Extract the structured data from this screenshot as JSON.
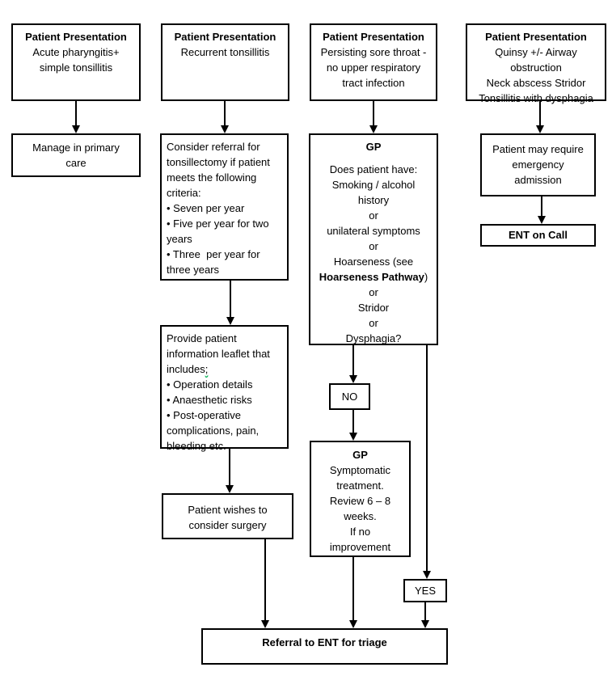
{
  "boxes": {
    "presentation1": {
      "title": "Patient Presentation",
      "lines": [
        "Acute pharyngitis+",
        "simple tonsillitis"
      ]
    },
    "presentation2": {
      "title": "Patient Presentation",
      "lines": [
        "Recurrent tonsillitis"
      ]
    },
    "presentation3": {
      "title": "Patient Presentation",
      "lines": [
        "Persisting sore throat -",
        "no upper respiratory",
        "tract infection"
      ]
    },
    "presentation4": {
      "title": "Patient Presentation",
      "lines": [
        "Quinsy +/- Airway",
        "obstruction",
        "Neck abscess Stridor",
        "Tonsillitis with dysphagia"
      ]
    },
    "manage_primary": {
      "lines": [
        "Manage in primary",
        "care"
      ]
    },
    "consider_referral": {
      "lines": [
        "Consider referral for",
        "tonsillectomy if patient",
        "meets the following",
        "criteria:",
        "• Seven per year",
        "• Five per year for two",
        "years",
        "• Three  per year for",
        "three years"
      ]
    },
    "provide_leaflet": {
      "lines_top": [
        "Provide patient",
        "information leaflet that"
      ],
      "includes_word": "includes",
      "includes_semicolon": ";",
      "lines_bottom": [
        "• Operation details",
        "• Anaesthetic risks",
        "• Post-operative",
        "complications, pain,",
        "bleeding etc."
      ]
    },
    "patient_wishes": {
      "lines": [
        "Patient wishes to",
        "consider surgery"
      ]
    },
    "gp_question": {
      "title": "GP",
      "lines_top": [
        "Does patient have:",
        "Smoking / alcohol",
        "history",
        "or",
        "unilateral symptoms",
        "or",
        "Hoarseness (see"
      ],
      "pathway_bold": "Hoarseness Pathway",
      "pathway_close": ")",
      "lines_bottom": [
        "or",
        "Stridor",
        "or",
        "Dysphagia?"
      ]
    },
    "no_label": "NO",
    "gp_symptomatic": {
      "title": "GP",
      "lines": [
        "Symptomatic",
        "treatment.",
        "Review 6 – 8",
        "weeks.",
        "If no",
        "improvement"
      ]
    },
    "yes_label": "YES",
    "emergency": {
      "lines": [
        "Patient may require",
        "emergency",
        "admission"
      ]
    },
    "ent_on_call": {
      "label": "ENT on Call"
    },
    "referral_triage": {
      "label": "Referral to ENT for triage"
    }
  },
  "colors": {
    "line": "#000000",
    "background": "#ffffff",
    "grammar_underline": "#00b050"
  }
}
